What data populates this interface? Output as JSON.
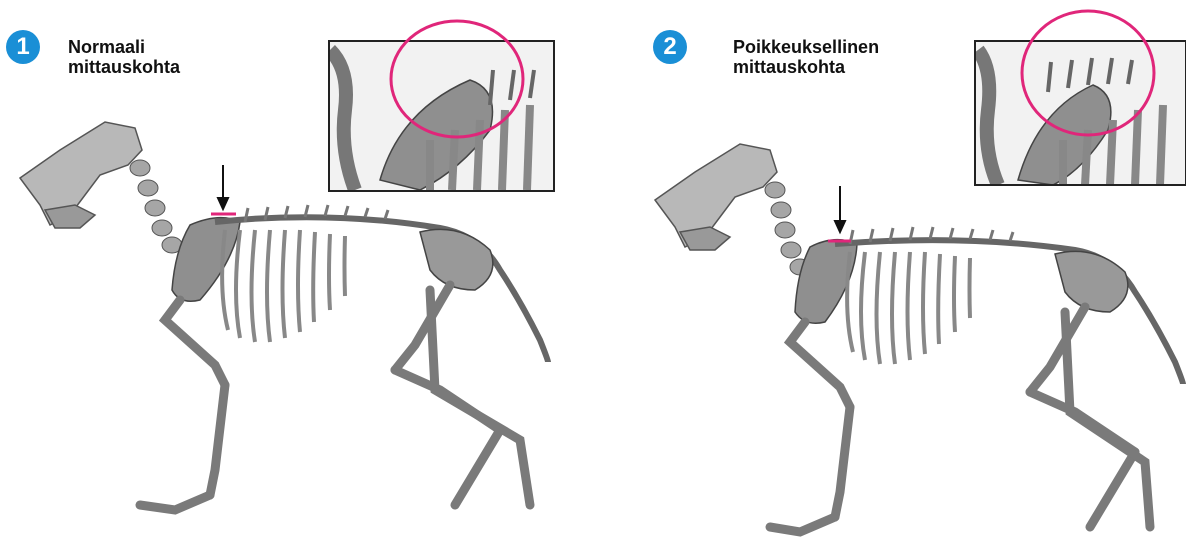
{
  "colors": {
    "badge": "#1a8fd6",
    "highlight": "#e0267a",
    "bone": "#9a9a9a",
    "bone_dark": "#4a4a4a"
  },
  "panels": [
    {
      "number": "1",
      "title_line1": "Normaali",
      "title_line2": "mittauskohta"
    },
    {
      "number": "2",
      "title_line1": "Poikkeuksellinen",
      "title_line2": "mittauskohta"
    }
  ]
}
